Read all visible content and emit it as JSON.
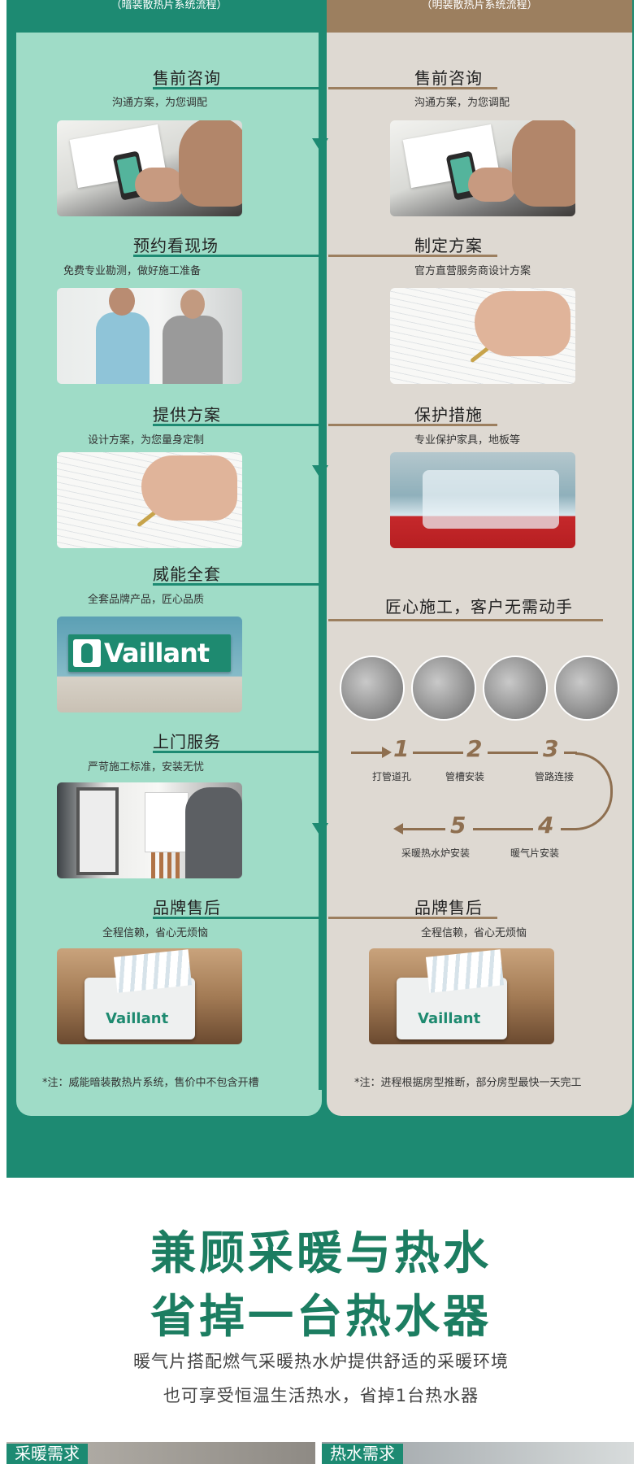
{
  "left": {
    "header": "（暗装散热片系统流程）",
    "steps": [
      {
        "title": "售前咨询",
        "desc": "沟通方案，为您调配"
      },
      {
        "title": "预约看现场",
        "desc": "免费专业勘测，做好施工准备"
      },
      {
        "title": "提供方案",
        "desc": "设计方案，为您量身定制"
      },
      {
        "title": "威能全套",
        "desc": "全套品牌产品，匠心品质"
      },
      {
        "title": "上门服务",
        "desc": "严苛施工标准，安装无忧"
      },
      {
        "title": "品牌售后",
        "desc": "全程信赖，省心无烦恼"
      }
    ],
    "note": "*注：威能暗装散热片系统，售价中不包含开槽"
  },
  "right": {
    "header": "（明装散热片系统流程）",
    "steps": [
      {
        "title": "售前咨询",
        "desc": "沟通方案，为您调配"
      },
      {
        "title": "制定方案",
        "desc": "官方直营服务商设计方案"
      },
      {
        "title": "保护措施",
        "desc": "专业保护家具，地板等"
      },
      {
        "title": "匠心施工，客户无需动手"
      },
      {
        "title": "品牌售后",
        "desc": "全程信赖，省心无烦恼"
      }
    ],
    "flow": [
      {
        "num": "1",
        "label": "打管道孔"
      },
      {
        "num": "2",
        "label": "管槽安装"
      },
      {
        "num": "3",
        "label": "管路连接"
      },
      {
        "num": "4",
        "label": "暖气片安装"
      },
      {
        "num": "5",
        "label": "采暖热水炉安装"
      }
    ],
    "note": "*注：进程根据房型推断，部分房型最快一天完工"
  },
  "brand": {
    "logo_text": "Vaillant"
  },
  "icons": [
    "arrow-down-icon",
    "arrow-right-icon",
    "arrow-left-icon"
  ],
  "colors": {
    "brand_green": "#1d8a72",
    "mint": "#9fdcc7",
    "beige": "#ded9d2",
    "brown": "#9c7f5f",
    "title_green": "#1c7d61"
  },
  "promo": {
    "title_line1": "兼顾采暖与热水",
    "title_line2": "省掉一台热水器",
    "sub_line1": "暖气片搭配燃气采暖热水炉提供舒适的采暖环境",
    "sub_line2": "也可享受恒温生活热水，省掉1台热水器",
    "tag_heating": "采暖需求",
    "tag_water": "热水需求"
  }
}
